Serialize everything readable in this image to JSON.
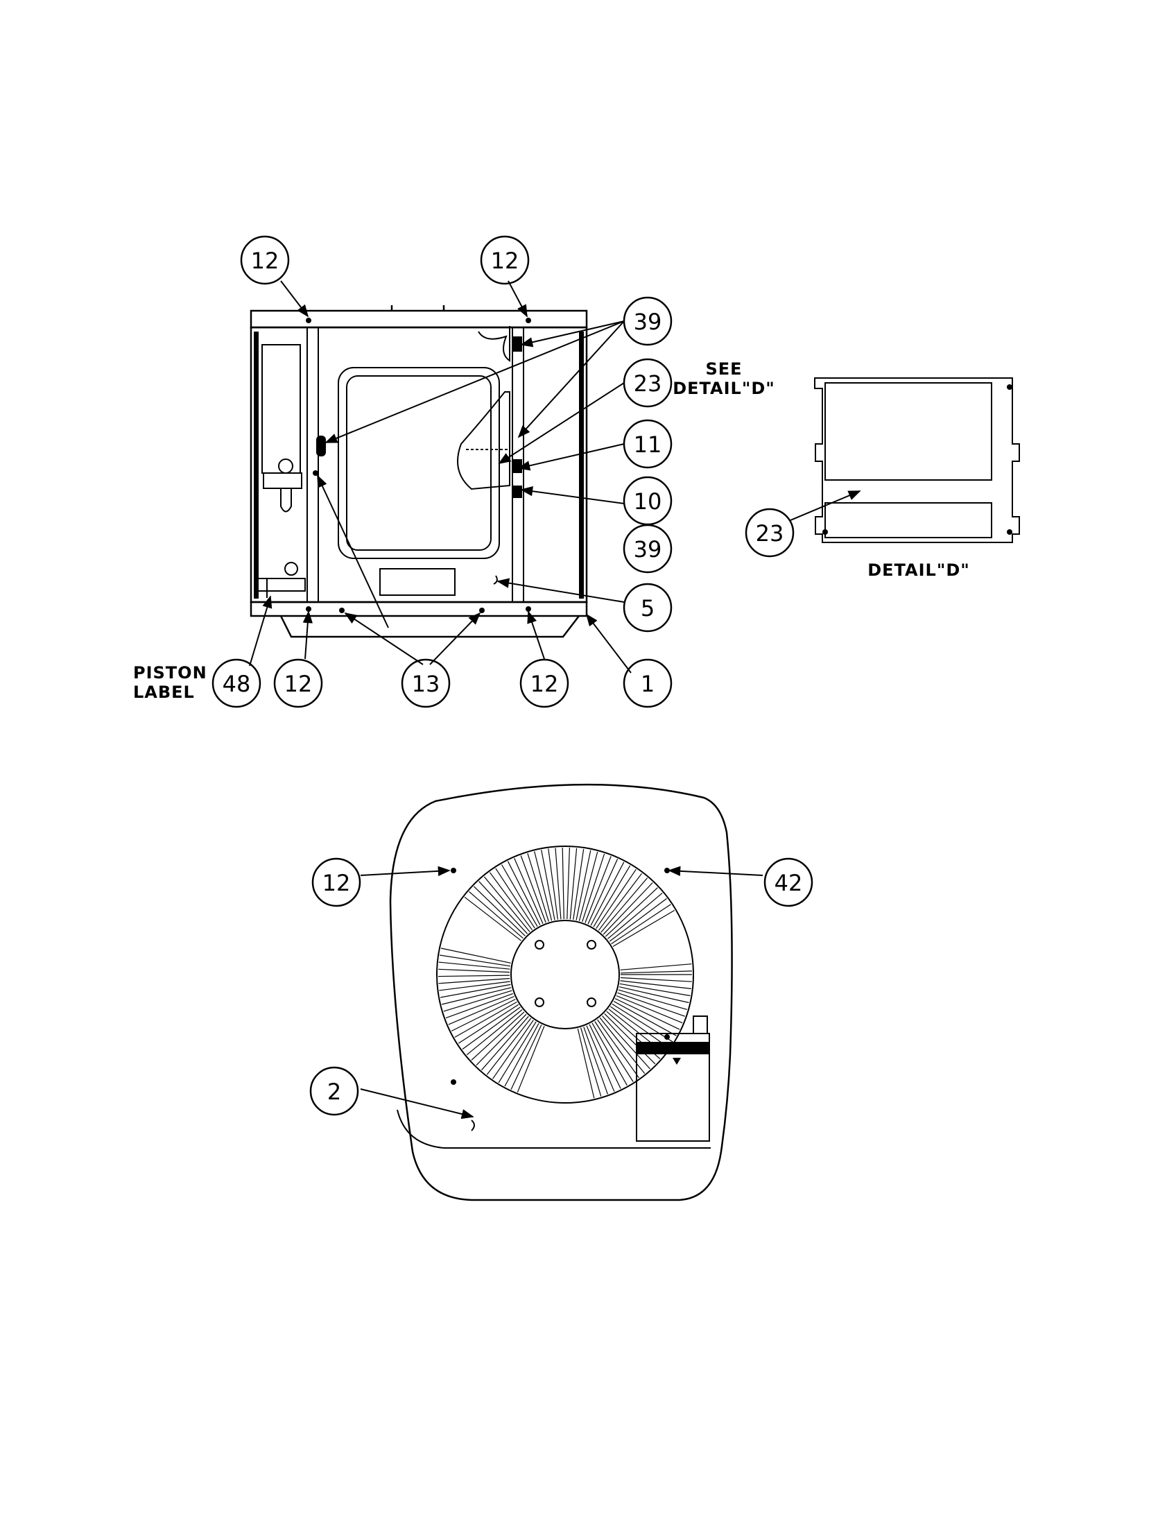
{
  "labels": {
    "see": "SEE",
    "detail_ref": "DETAIL\"D\"",
    "detail_title": "DETAIL\"D\"",
    "piston": "PISTON",
    "label": "LABEL"
  },
  "callouts": {
    "top_left_12": "12",
    "top_mid_12": "12",
    "c39_top": "39",
    "c23": "23",
    "c11": "11",
    "c10": "10",
    "c39_mid": "39",
    "c5": "5",
    "c48": "48",
    "bottom_12a": "12",
    "c13": "13",
    "bottom_12b": "12",
    "c1": "1",
    "detail_23": "23",
    "fan_12": "12",
    "fan_42": "42",
    "fan_2": "2"
  }
}
